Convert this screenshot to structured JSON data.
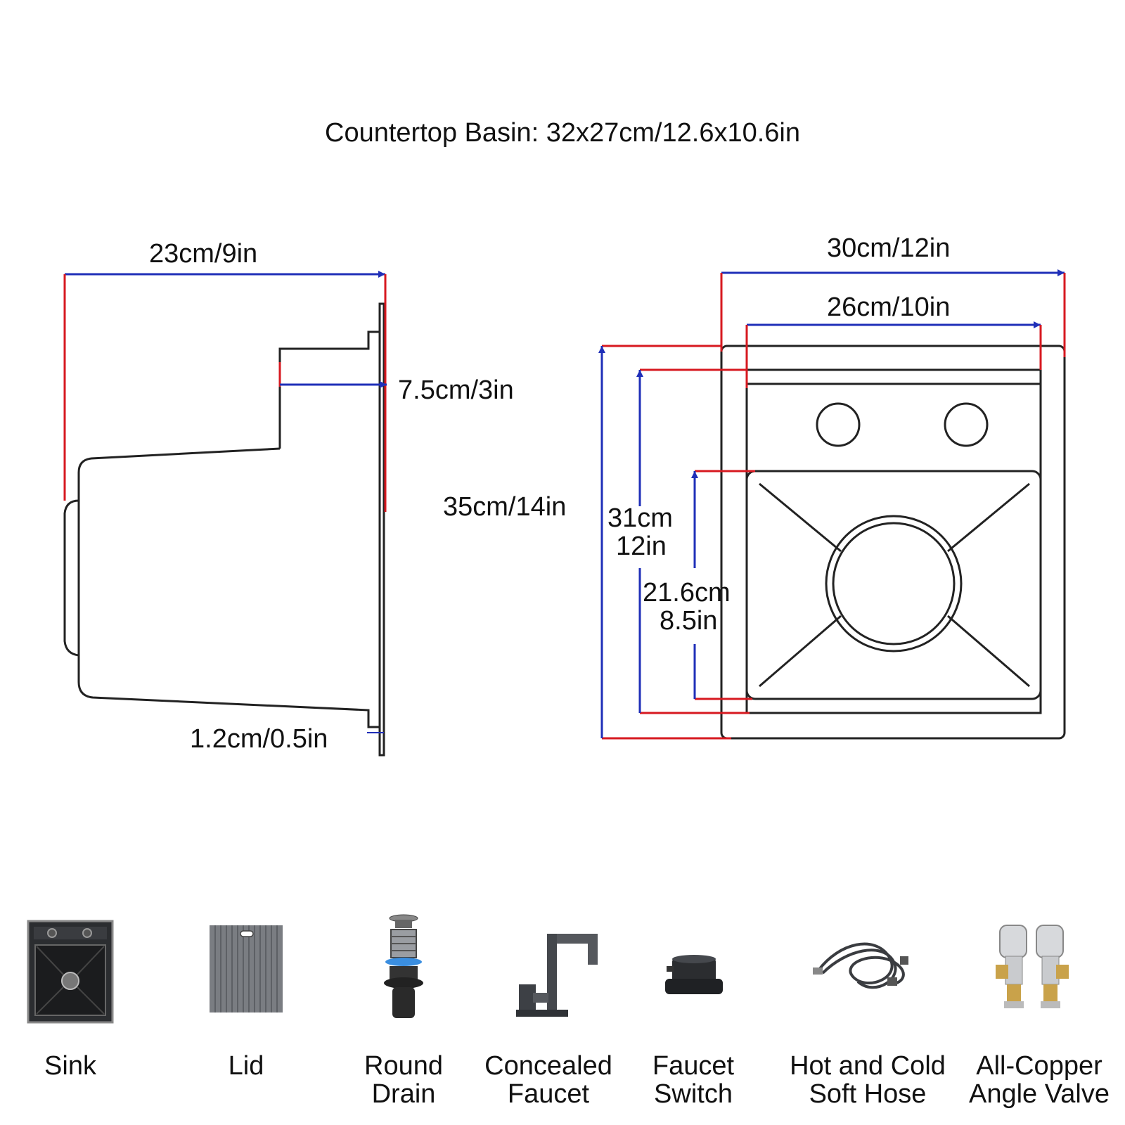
{
  "title": "Countertop Basin: 32x27cm/12.6x10.6in",
  "side_view": {
    "depth_label": "23cm/9in",
    "step_label": "7.5cm/3in",
    "flange_label": "1.2cm/0.5in"
  },
  "top_view": {
    "outer_width_label": "30cm/12in",
    "inner_width_label": "26cm/10in",
    "outer_length_label": "35cm/14in",
    "inner_length_label_line1": "31cm",
    "inner_length_label_line2": "12in",
    "bowl_length_label_line1": "21.6cm",
    "bowl_length_label_line2": "8.5in"
  },
  "colors": {
    "dimension_blue": "#1f2fb8",
    "dimension_red": "#d71920",
    "outline": "#222222"
  },
  "accessories": [
    {
      "name": "Sink",
      "icon": "sink-icon"
    },
    {
      "name": "Lid",
      "icon": "lid-icon"
    },
    {
      "name": "Round\nDrain",
      "icon": "drain-icon"
    },
    {
      "name": "Concealed\nFaucet",
      "icon": "faucet-icon"
    },
    {
      "name": "Faucet\nSwitch",
      "icon": "switch-icon"
    },
    {
      "name": "Hot and Cold\nSoft Hose",
      "icon": "hose-icon"
    },
    {
      "name": "All-Copper\nAngle Valve",
      "icon": "valve-icon"
    }
  ]
}
